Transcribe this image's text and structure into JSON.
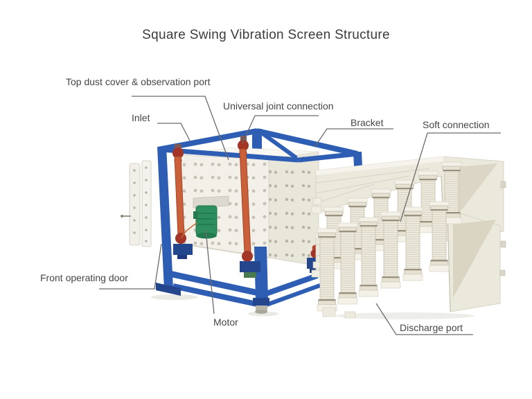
{
  "title": "Square Swing Vibration Screen Structure",
  "diagram": {
    "labels": [
      {
        "id": "top-dust-cover",
        "text": "Top dust cover & observation port"
      },
      {
        "id": "universal-joint-connection",
        "text": "Universal joint connection"
      },
      {
        "id": "inlet",
        "text": "Inlet"
      },
      {
        "id": "bracket",
        "text": "Bracket"
      },
      {
        "id": "soft-connection",
        "text": "Soft connection"
      },
      {
        "id": "front-operating-door",
        "text": "Front operating door"
      },
      {
        "id": "motor",
        "text": "Motor"
      },
      {
        "id": "discharge-port",
        "text": "Discharge port"
      }
    ],
    "figures": [
      {
        "name": "square-swing-screen-machine"
      },
      {
        "name": "screen-deck-stack"
      }
    ]
  },
  "colors": {
    "frame_blue": "#2e5eb3",
    "frame_blue_dark": "#23468c",
    "rod_orange": "#c9603a",
    "joint_red": "#a23526",
    "motor_green": "#2d8f5e",
    "box_white": "#f2f0e9",
    "deck_cream": "#ebe8dc",
    "title_text": "#3b3b3b",
    "label_text": "#454545",
    "leader_line": "#6a6a6a"
  }
}
